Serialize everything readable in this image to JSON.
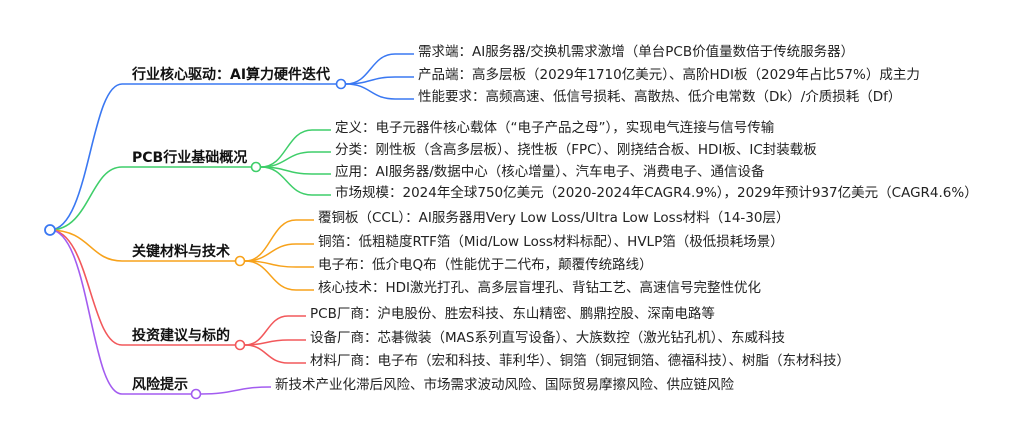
{
  "branches": [
    {
      "label": "行业核心驱动：AI算力硬件迭代",
      "color": "#3a78f2",
      "children": [
        "需求端：AI服务器/交换机需求激增（单台PCB价值量数倍于传统服务器）",
        "产品端：高多层板（2029年1710亿美元）、高阶HDI板（2029年占比57%）成主力",
        "性能要求：高频高速、低信号损耗、高散热、低介电常数（Dk）/介质损耗（Df）"
      ]
    },
    {
      "label": "PCB行业基础概况",
      "color": "#3fce6a",
      "children": [
        "定义：电子元器件核心载体（“电子产品之母”），实现电气连接与信号传输",
        "分类：刚性板（含高多层板）、挠性板（FPC）、刚挠结合板、HDI板、IC封装载板",
        "应用：AI服务器/数据中心（核心增量）、汽车电子、消费电子、通信设备",
        "市场规模：2024年全球750亿美元（2020-2024年CAGR4.9%），2029年预计937亿美元（CAGR4.6%）"
      ]
    },
    {
      "label": "关键材料与技术",
      "color": "#f7a21b",
      "children": [
        "覆铜板（CCL）：AI服务器用Very Low Loss/Ultra Low Loss材料（14-30层）",
        "铜箔：低粗糙度RTF箔（Mid/Low Loss材料标配）、HVLP箔（极低损耗场景）",
        "电子布：低介电Q布（性能优于二代布，颠覆传统路线）",
        "核心技术：HDI激光打孔、高多层盲埋孔、背钻工艺、高速信号完整性优化"
      ]
    },
    {
      "label": "投资建议与标的",
      "color": "#f2585b",
      "children": [
        "PCB厂商：沪电股份、胜宏科技、东山精密、鹏鼎控股、深南电路等",
        "设备厂商：芯碁微装（MAS系列直写设备）、大族数控（激光钻孔机）、东威科技",
        "材料厂商：电子布（宏和科技、菲利华）、铜箔（铜冠铜箔、德福科技）、树脂（东材科技）"
      ]
    },
    {
      "label": "风险提示",
      "color": "#a35cf0",
      "children": [
        "新技术产业化滞后风险、市场需求波动风险、国际贸易摩擦风险、供应链风险"
      ]
    }
  ]
}
